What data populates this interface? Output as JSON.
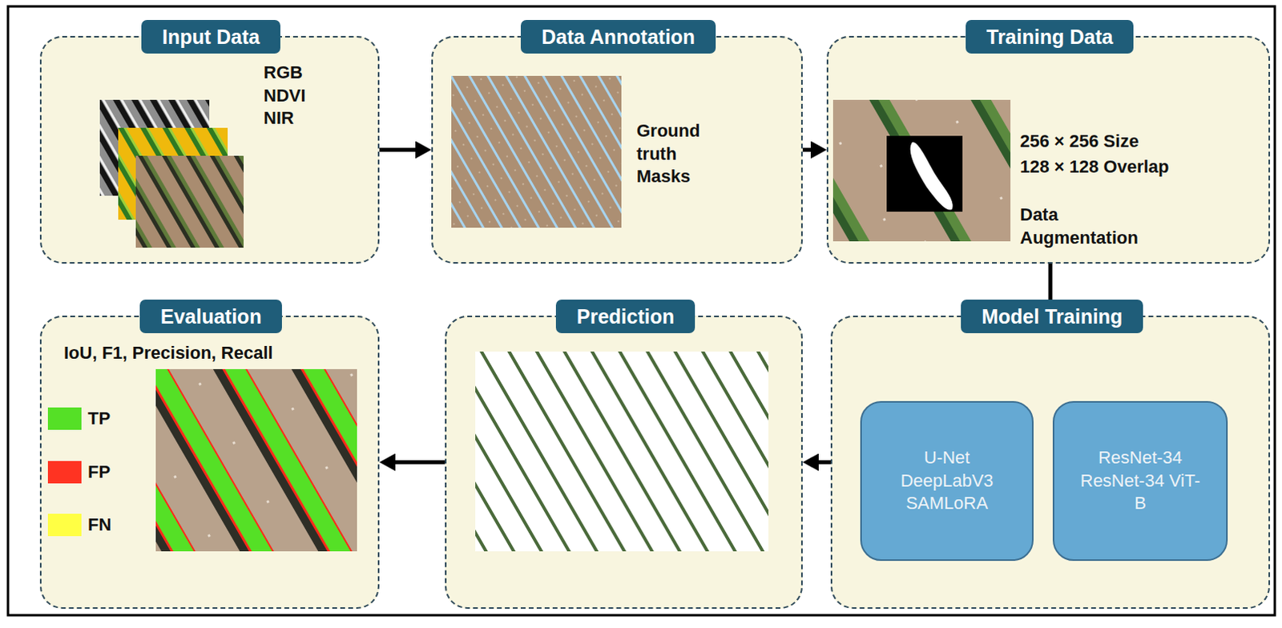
{
  "diagram": {
    "nodes": [
      {
        "text": [
          "Input Data",
          "RGB NDVI NIR"
        ]
      },
      {
        "text": [
          "Data Annotation",
          "Ground truth Masks"
        ]
      },
      {
        "text": [
          "Training Data",
          "256 × 256 Size",
          "128 × 128 Overlap",
          "Data Augmentation"
        ]
      },
      {
        "text": [
          "Model Training"
        ]
      },
      {
        "text": [
          "U-Net DeepLabV3 SAMLoRA"
        ],
        "in": 3
      },
      {
        "text": [
          "ResNet-34 ResNet-34 ViT-B"
        ],
        "in": 3
      },
      {
        "text": [
          "Prediction"
        ]
      },
      {
        "text": [
          "Evaluation",
          "IoU, F1, Precision, Recall"
        ]
      }
    ],
    "edges": [
      {
        "from": 0,
        "to": 1,
        "arrow": "to"
      },
      {
        "from": 1,
        "to": 2,
        "arrow": "to"
      },
      {
        "from": 2,
        "to": 3,
        "arrow": "to"
      },
      {
        "from": 3,
        "to": 6,
        "arrow": "to"
      },
      {
        "from": 6,
        "to": 7,
        "arrow": "to"
      }
    ],
    "legend": [
      {
        "text": "TP",
        "color": "#55e026"
      },
      {
        "text": "FP",
        "color": "#ff3322"
      },
      {
        "text": "FN",
        "color": "#ffff44"
      }
    ]
  }
}
